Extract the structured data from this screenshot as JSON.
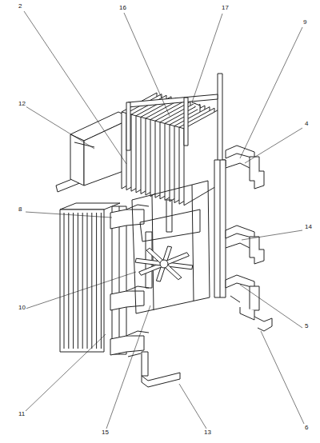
{
  "diagram": {
    "labels": [
      "2",
      "16",
      "17",
      "9",
      "12",
      "4",
      "8",
      "14",
      "10",
      "5",
      "11",
      "6",
      "15",
      "13"
    ]
  }
}
